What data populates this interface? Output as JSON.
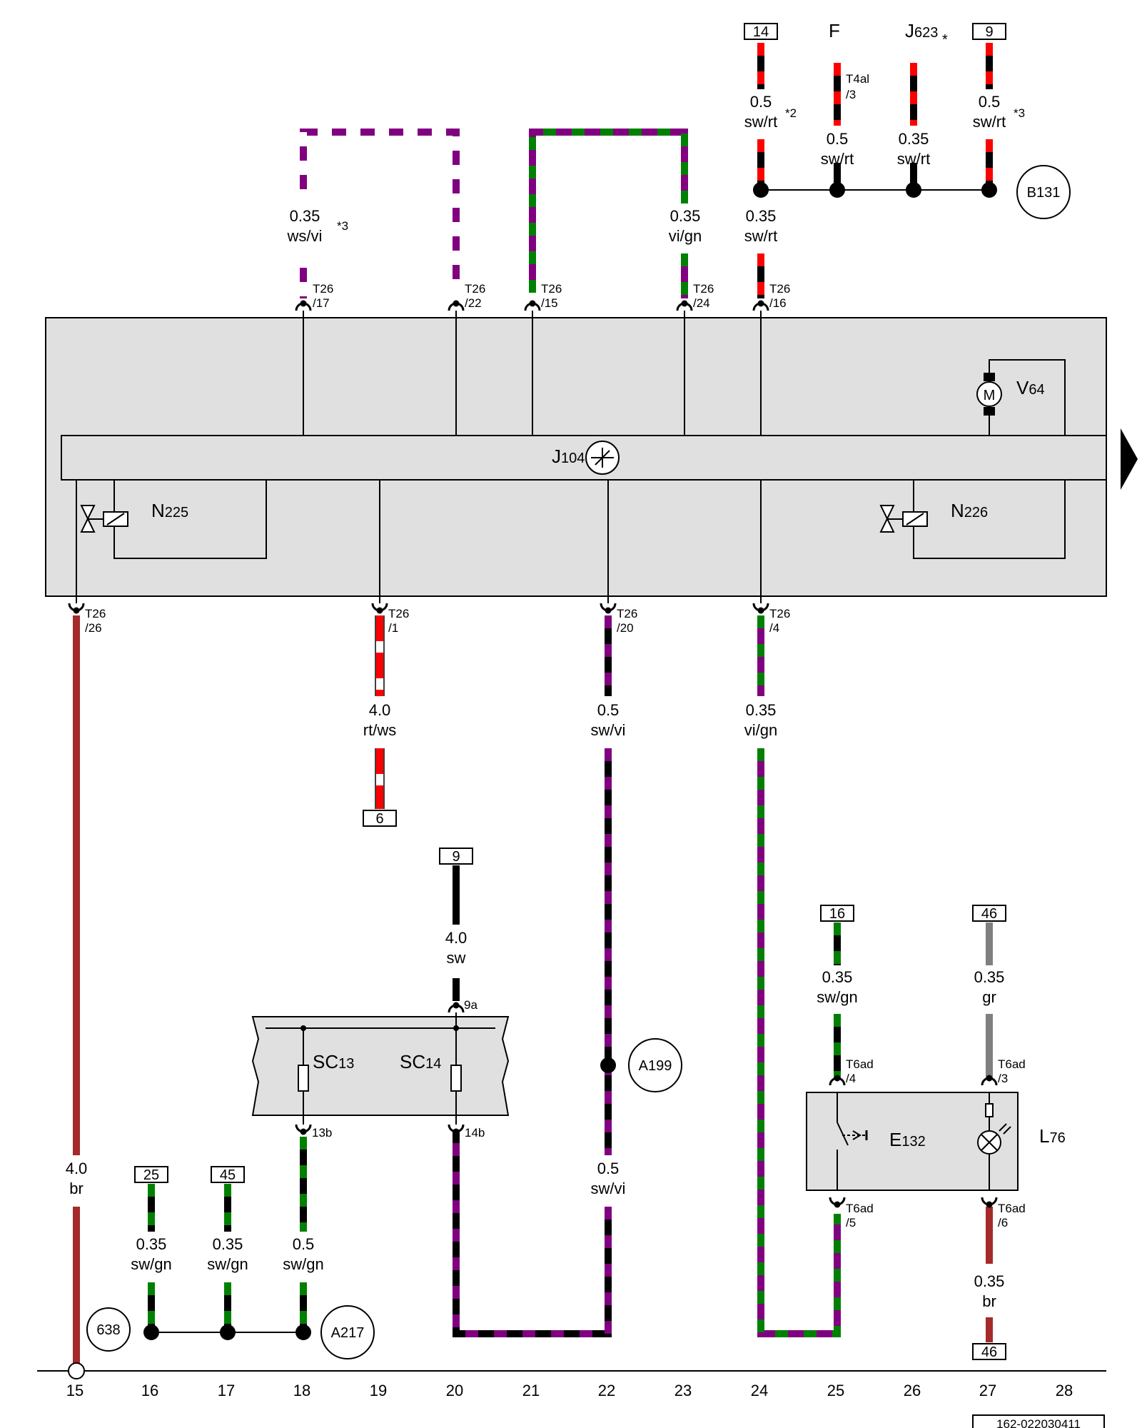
{
  "colors": {
    "red": "#ff0000",
    "black": "#000000",
    "white": "#ffffff",
    "violet": "#800080",
    "green": "#008000",
    "brown": "#a52a2a",
    "grey": "#808080",
    "box": "#e0e0e0"
  },
  "wires": {
    "t17": {
      "size": "0.35",
      "color": "ws/vi",
      "note": "*3"
    },
    "t24": {
      "size": "0.35",
      "color": "vi/gn"
    },
    "t16": {
      "size": "0.35",
      "color": "sw/rt"
    },
    "p14": {
      "size": "0.5",
      "color": "sw/rt",
      "note": "*2"
    },
    "pF": {
      "size": "0.5",
      "color": "sw/rt"
    },
    "pJ": {
      "size": "0.35",
      "color": "sw/rt"
    },
    "p9": {
      "size": "0.5",
      "color": "sw/rt",
      "note": "*3"
    },
    "t1": {
      "size": "4.0",
      "color": "rt/ws"
    },
    "t20": {
      "size": "0.5",
      "color": "sw/vi"
    },
    "t4": {
      "size": "0.35",
      "color": "vi/gn"
    },
    "s9": {
      "size": "4.0",
      "color": "sw"
    },
    "t26": {
      "size": "4.0",
      "color": "br"
    },
    "w16": {
      "size": "0.35",
      "color": "sw/gn"
    },
    "w17": {
      "size": "0.35",
      "color": "sw/gn"
    },
    "w18": {
      "size": "0.5",
      "color": "sw/gn"
    },
    "w22b": {
      "size": "0.5",
      "color": "sw/vi"
    },
    "w25": {
      "size": "0.35",
      "color": "sw/gn"
    },
    "w27a": {
      "size": "0.35",
      "color": "gr"
    },
    "w27b": {
      "size": "0.35",
      "color": "br"
    }
  },
  "pins": {
    "t17": [
      "T26",
      "/17"
    ],
    "t22": [
      "T26",
      "/22"
    ],
    "t15": [
      "T26",
      "/15"
    ],
    "t24": [
      "T26",
      "/24"
    ],
    "t16": [
      "T26",
      "/16"
    ],
    "t26": [
      "T26",
      "/26"
    ],
    "t1": [
      "T26",
      "/1"
    ],
    "t20": [
      "T26",
      "/20"
    ],
    "t4": [
      "T26",
      "/4"
    ],
    "t4al": [
      "T4al",
      "/3"
    ],
    "e4": [
      "T6ad",
      "/4"
    ],
    "e3": [
      "T6ad",
      "/3"
    ],
    "e5": [
      "T6ad",
      "/5"
    ],
    "e6": [
      "T6ad",
      "/6"
    ],
    "p9a": "9a",
    "p13b": "13b",
    "p14b": "14b"
  },
  "refs": {
    "top14": "14",
    "top9": "9",
    "r6": "6",
    "s9": "9",
    "r16": "16",
    "r46a": "46",
    "r46b": "46",
    "r25": "25",
    "r45": "45"
  },
  "components": {
    "F": "F",
    "J623": {
      "main": "J",
      "sub": "623",
      "star": "*"
    },
    "V64": {
      "main": "V",
      "sub": "64",
      "motor": "M"
    },
    "J104": {
      "main": "J",
      "sub": "104"
    },
    "N225": {
      "main": "N",
      "sub": "225"
    },
    "N226": {
      "main": "N",
      "sub": "226"
    },
    "SC13": {
      "main": "SC",
      "sub": "13"
    },
    "SC14": {
      "main": "SC",
      "sub": "14"
    },
    "E132": {
      "main": "E",
      "sub": "132"
    },
    "L76": {
      "main": "L",
      "sub": "76"
    }
  },
  "circles": {
    "B131": "B131",
    "A199": "A199",
    "A217": "A217",
    "c638": "638"
  },
  "track_numbers": [
    "15",
    "16",
    "17",
    "18",
    "19",
    "20",
    "21",
    "22",
    "23",
    "24",
    "25",
    "26",
    "27",
    "28"
  ],
  "footer_code": "162-022030411"
}
